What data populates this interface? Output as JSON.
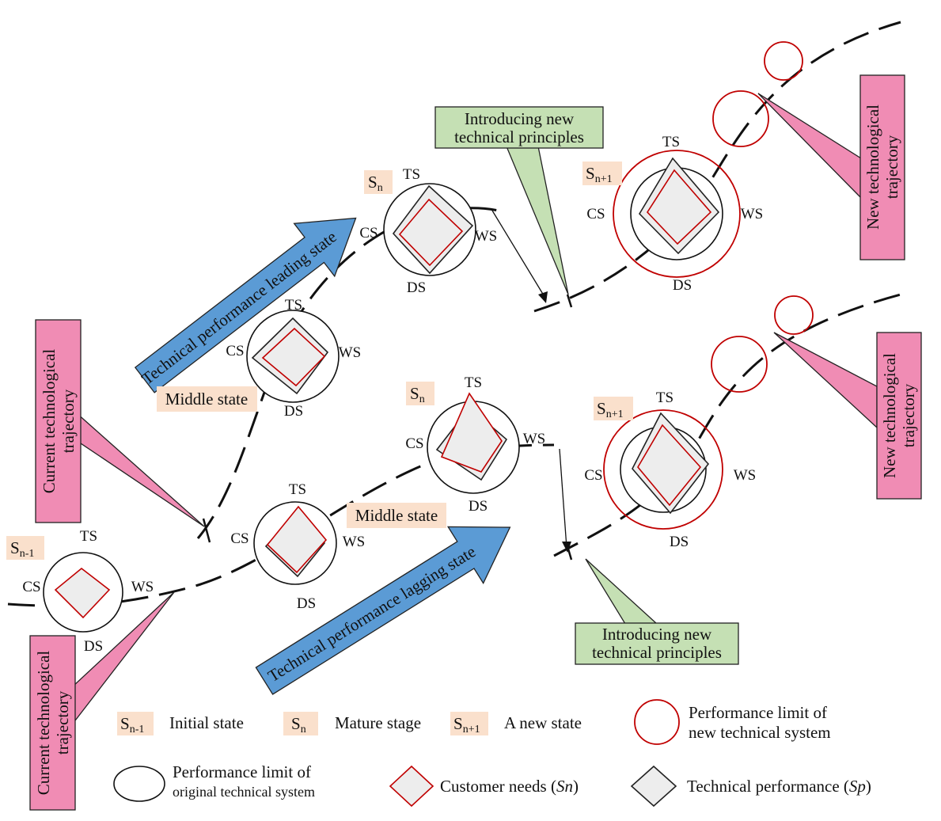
{
  "states": {
    "sn_minus_1": "S",
    "sn_minus_1_sub": "n-1",
    "sn": "S",
    "sn_sub": "n",
    "sn_plus_1": "S",
    "sn_plus_1_sub": "n+1"
  },
  "middle_state": "Middle state",
  "axes": {
    "ts": "TS",
    "cs": "CS",
    "ws": "WS",
    "ds": "DS"
  },
  "callouts": {
    "current_trajectory_line1": "Current technological",
    "current_trajectory_line2": "trajectory",
    "new_trajectory_line1": "New technological",
    "new_trajectory_line2": "trajectory",
    "new_principles_line1": "Introducing new",
    "new_principles_line2": "technical principles"
  },
  "arrows": {
    "leading": "Technical performance leading state",
    "lagging": "Technical performance lagging state"
  },
  "legend": {
    "initial_state": "Initial state",
    "mature_stage": "Mature stage",
    "new_state": "A new state",
    "new_limit_line1": "Performance limit of",
    "new_limit_line2": "new technical system",
    "orig_limit_line1": "Performance limit of",
    "orig_limit_line2": "original technical system",
    "customer_needs": "Customer needs (",
    "customer_needs_abbr": "Sn",
    "technical_performance": "Technical performance (",
    "technical_performance_abbr": "Sp",
    "close_paren": ")"
  },
  "colors": {
    "pink_callout": "#f08cb4",
    "green_callout": "#c5e0b4",
    "blue_arrow": "#5b9bd5",
    "state_label_bg": "#fae0cc",
    "customer_needs_outline": "#c00000"
  }
}
